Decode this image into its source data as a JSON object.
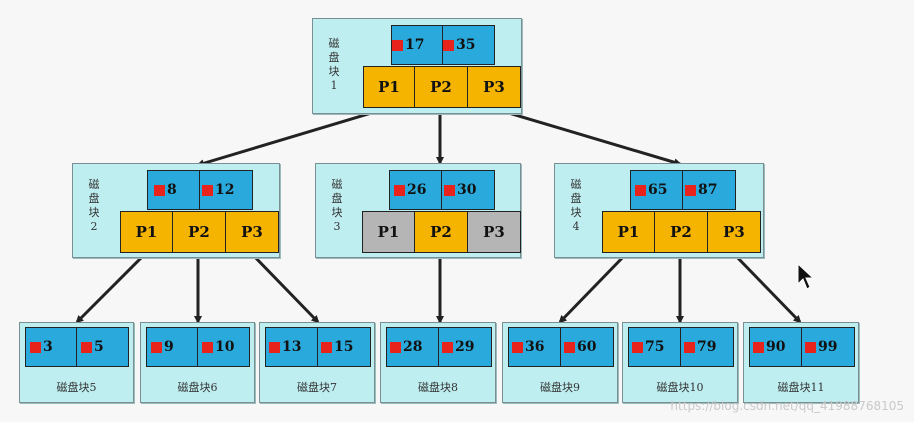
{
  "root": {
    "label": "磁盘块1",
    "keys": [
      "17",
      "35"
    ],
    "pointers": [
      "P1",
      "P2",
      "P3"
    ]
  },
  "level2": [
    {
      "label": "磁盘块2",
      "keys": [
        "8",
        "12"
      ],
      "pointers": [
        "P1",
        "P2",
        "P3"
      ]
    },
    {
      "label": "磁盘块3",
      "keys": [
        "26",
        "30"
      ],
      "pointers": [
        "P1",
        "P2",
        "P3"
      ]
    },
    {
      "label": "磁盘块4",
      "keys": [
        "65",
        "87"
      ],
      "pointers": [
        "P1",
        "P2",
        "P3"
      ]
    }
  ],
  "leaves": [
    {
      "label": "磁盘块5",
      "keys": [
        "3",
        "5"
      ]
    },
    {
      "label": "磁盘块6",
      "keys": [
        "9",
        "10"
      ]
    },
    {
      "label": "磁盘块7",
      "keys": [
        "13",
        "15"
      ]
    },
    {
      "label": "磁盘块8",
      "keys": [
        "28",
        "29"
      ]
    },
    {
      "label": "磁盘块9",
      "keys": [
        "36",
        "60"
      ]
    },
    {
      "label": "磁盘块10",
      "keys": [
        "75",
        "79"
      ]
    },
    {
      "label": "磁盘块11",
      "keys": [
        "90",
        "99"
      ]
    }
  ],
  "watermark": "https://blog.csdn.net/qq_41988768105",
  "colors": {
    "block_bg": "#bfeef0",
    "key_bg": "#29a9dc",
    "pointer_bg": "#f5b400",
    "pointer_unused_bg": "#b5b5b5",
    "marker": "#e8231b"
  }
}
